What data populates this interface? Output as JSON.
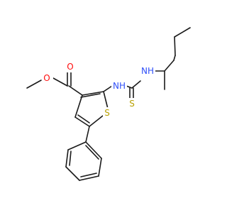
{
  "molecule": {
    "colors": {
      "bond": "#1a1a1a",
      "oxygen": "#ff0d0d",
      "nitrogen": "#3050f8",
      "sulfur": "#b8a000",
      "background": "#ffffff"
    },
    "atoms": {
      "ester_methyl_oxygen": "O",
      "ester_carbonyl_oxygen": "O",
      "amine_nh_left": "NH",
      "amine_nh_right": "NH",
      "thione_sulfur": "S",
      "ring_sulfur": "S"
    }
  }
}
